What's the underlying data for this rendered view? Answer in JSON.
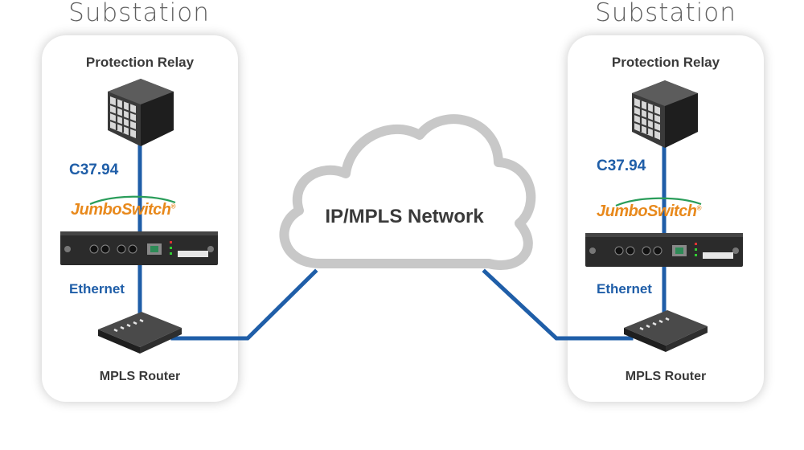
{
  "network": {
    "label": "IP/MPLS Network"
  },
  "sites": [
    {
      "title": "Substation",
      "relay_label": "Protection Relay",
      "relay_link_label": "C37.94",
      "brand": {
        "part1": "Jumbo",
        "part2": "Switch",
        "mark": "®"
      },
      "router_link_label": "Ethernet",
      "router_label": "MPLS Router"
    },
    {
      "title": "Substation",
      "relay_label": "Protection Relay",
      "relay_link_label": "C37.94",
      "brand": {
        "part1": "Jumbo",
        "part2": "Switch",
        "mark": "®"
      },
      "router_link_label": "Ethernet",
      "router_label": "MPLS Router"
    }
  ],
  "colors": {
    "link": "#1f5ea8",
    "cloud": "#c8c8c8",
    "brand": "#e8891c",
    "device": "#2a2a2a"
  }
}
